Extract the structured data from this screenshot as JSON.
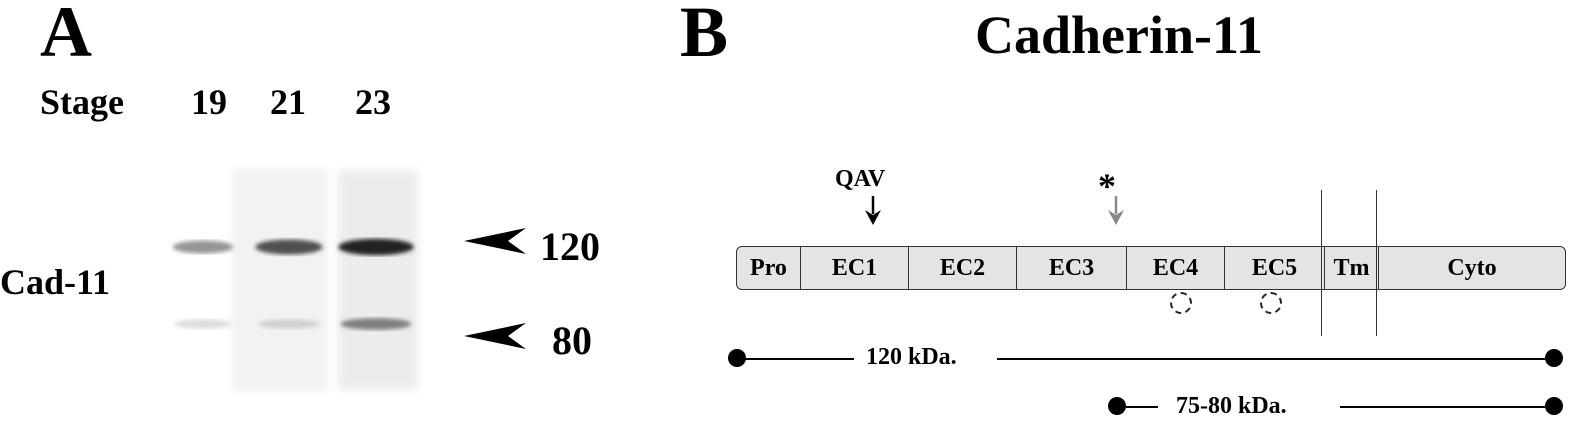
{
  "panel_a": {
    "letter": "A",
    "stage_label": "Stage",
    "lanes": [
      "19",
      "21",
      "23"
    ],
    "row_label": "Cad-11",
    "markers": {
      "upper": "120",
      "lower": "80"
    },
    "band_intensity": {
      "upper": [
        0.45,
        0.75,
        0.95
      ],
      "lower": [
        0.15,
        0.2,
        0.55
      ]
    }
  },
  "panel_b": {
    "letter": "B",
    "protein": "Cadherin-11",
    "cleavage_label": "QAV",
    "star": "*",
    "domains": [
      "Pro",
      "EC1",
      "EC2",
      "EC3",
      "EC4",
      "EC5",
      "Tm",
      "Cyto"
    ],
    "full_length": "120 kDa.",
    "fragment": "75-80 kDa."
  },
  "colors": {
    "domain_fill": "#e4e4e4",
    "outline": "#333333",
    "gray_arrow": "#888888",
    "text": "#000000"
  },
  "icons": {
    "marker_arrow": "arrowhead-left-icon",
    "cleavage_arrow": "arrow-down-icon",
    "glycosylation": "dashed-circle-icon"
  }
}
